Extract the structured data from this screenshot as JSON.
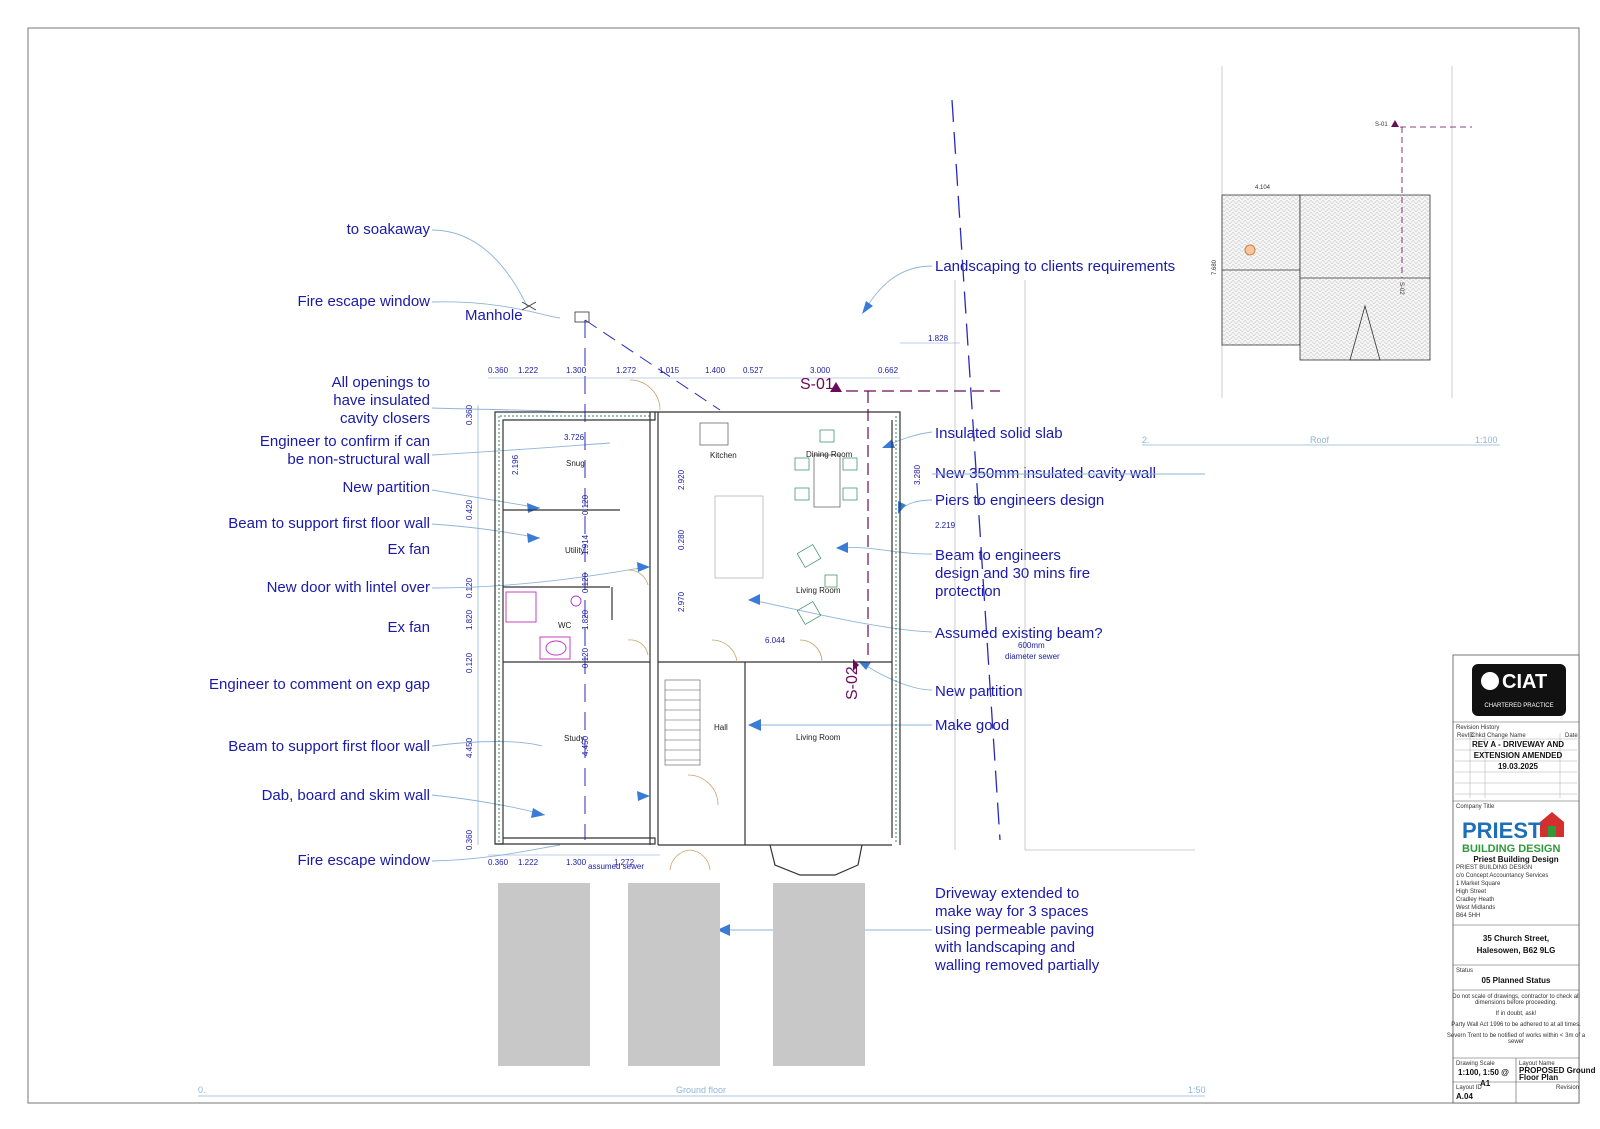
{
  "notes_left": [
    {
      "id": "soakaway",
      "text": "to soakaway"
    },
    {
      "id": "fire1",
      "text": "Fire escape window"
    },
    {
      "id": "manhole",
      "text": "Manhole"
    },
    {
      "id": "openings1",
      "text": "All openings to"
    },
    {
      "id": "openings2",
      "text": "have insulated"
    },
    {
      "id": "openings3",
      "text": "cavity closers"
    },
    {
      "id": "eng1",
      "text": "Engineer to confirm if can"
    },
    {
      "id": "eng2",
      "text": "be non-structural wall"
    },
    {
      "id": "partition1",
      "text": "New partition"
    },
    {
      "id": "beam1",
      "text": "Beam to support first floor wall"
    },
    {
      "id": "exfan1",
      "text": "Ex fan"
    },
    {
      "id": "door",
      "text": "New door with lintel over"
    },
    {
      "id": "exfan2",
      "text": "Ex fan"
    },
    {
      "id": "expgap",
      "text": "Engineer to comment on exp gap"
    },
    {
      "id": "beam2",
      "text": "Beam to support first floor wall"
    },
    {
      "id": "dab",
      "text": "Dab, board and skim wall"
    },
    {
      "id": "fire2",
      "text": "Fire escape window"
    }
  ],
  "notes_right": [
    {
      "id": "landscaping",
      "text": "Landscaping to clients requirements"
    },
    {
      "id": "slab",
      "text": "Insulated solid slab"
    },
    {
      "id": "cavity",
      "text": "New 350mm insulated cavity wall"
    },
    {
      "id": "piers",
      "text": "Piers to engineers design"
    },
    {
      "id": "beameng1",
      "text": "Beam to engineers"
    },
    {
      "id": "beameng2",
      "text": "design and 30 mins fire"
    },
    {
      "id": "beameng3",
      "text": "protection"
    },
    {
      "id": "assumed",
      "text": "Assumed existing beam?"
    },
    {
      "id": "partition2",
      "text": "New partition"
    },
    {
      "id": "makegood",
      "text": "Make good"
    },
    {
      "id": "drive1",
      "text": "Driveway extended to"
    },
    {
      "id": "drive2",
      "text": "make way for 3 spaces"
    },
    {
      "id": "drive3",
      "text": "using permeable paving"
    },
    {
      "id": "drive4",
      "text": "with landscaping and"
    },
    {
      "id": "drive5",
      "text": "walling removed partially"
    }
  ],
  "rooms": {
    "snug": "Snug",
    "kitchen": "Kitchen",
    "dining": "Dining Room",
    "utility": "Utility",
    "living1": "Living Room",
    "wc": "WC",
    "hall": "Hall",
    "study": "Study",
    "living2": "Living Room"
  },
  "dims_top": [
    "0.360",
    "1.222",
    "1.300",
    "1.272",
    "1.015",
    "1.400",
    "0.527",
    "3.000",
    "0.662"
  ],
  "dims_bottom": [
    "0.360",
    "1.222",
    "1.300",
    "1.272"
  ],
  "dims_left": [
    "0.360",
    "0.120",
    "1.820",
    "0.120",
    "4.450",
    "0.360"
  ],
  "dims_misc": {
    "d3726": "3.726",
    "d2196": "2.196",
    "d2920": "2.920",
    "d0280": "0.280",
    "d2970": "2.970",
    "d6044": "6.044",
    "d1828": "1.828",
    "d3280": "3.280",
    "d2219": "2.219",
    "d1914": "1.914",
    "d0120a": "0.120",
    "d0120b": "0.120",
    "d1820": "1.820",
    "d0120c": "0.120",
    "d4450": "4.450",
    "d0420": "0.420"
  },
  "sewer": {
    "size": "600mm",
    "label": "diameter sewer",
    "assumed": "assumed sewer"
  },
  "sections": {
    "s01": "S-01",
    "s02": "S-02",
    "s01_small": "S-01",
    "s02_small": "S-02"
  },
  "roof_view": {
    "num": "2.",
    "name": "Roof",
    "scale": "1:100",
    "dim_top": "4.104",
    "dim_side": "7.680"
  },
  "ground_view": {
    "num": "0.",
    "name": "Ground floor",
    "scale": "1:50"
  },
  "title_block": {
    "ciat": "CIAT",
    "ciat_sub": "CHARTERED PRACTICE",
    "rev_history": "Revision History",
    "rev_cols": [
      "RevID",
      "Chkd",
      "Change Name",
      "Date"
    ],
    "rev_1": "REV A - DRIVEWAY AND",
    "rev_2": "EXTENSION AMENDED",
    "rev_date": "19.03.2025",
    "company_title": "Company Title",
    "brand_1": "PRIEST",
    "brand_2": "BUILDING DESIGN",
    "brand_name": "Priest Building Design",
    "address": [
      "PRIEST BUILDING DESIGN",
      "c/o Concept Accountancy Services",
      "1 Market Square",
      "High Street",
      "Cradley Heath",
      "West Midlands",
      "B64 5HH"
    ],
    "site_1": "35 Church Street,",
    "site_2": "Halesowen, B62 9LG",
    "status_label": "Status",
    "status": "05 Planned Status",
    "disclaimer": [
      "Do not scale of drawings, contractor to check all",
      "dimensions before proceeding.",
      "If in doubt, ask!",
      "Party Wall Act 1996 to be adhered to at all times.",
      "Severn Trent to be notified of works within < 3m of a",
      "sewer"
    ],
    "scale_label": "Drawing Scale",
    "scale": "1:100, 1:50 @",
    "paper": "A1",
    "layout_name_label": "Layout Name",
    "layout_name_1": "PROPOSED Ground",
    "layout_name_2": "Floor Plan",
    "layout_id_label": "Layout ID",
    "layout_id": "A.04",
    "revision_label": "Revision"
  },
  "colors": {
    "annotation": "#1a1aa8",
    "section": "#6a0a5a",
    "insulation": "#2e8b57",
    "paving": "#c8c8c8",
    "priest_blue": "#1f6fb8",
    "priest_green": "#2e9a3a",
    "priest_red": "#d32f2f"
  }
}
